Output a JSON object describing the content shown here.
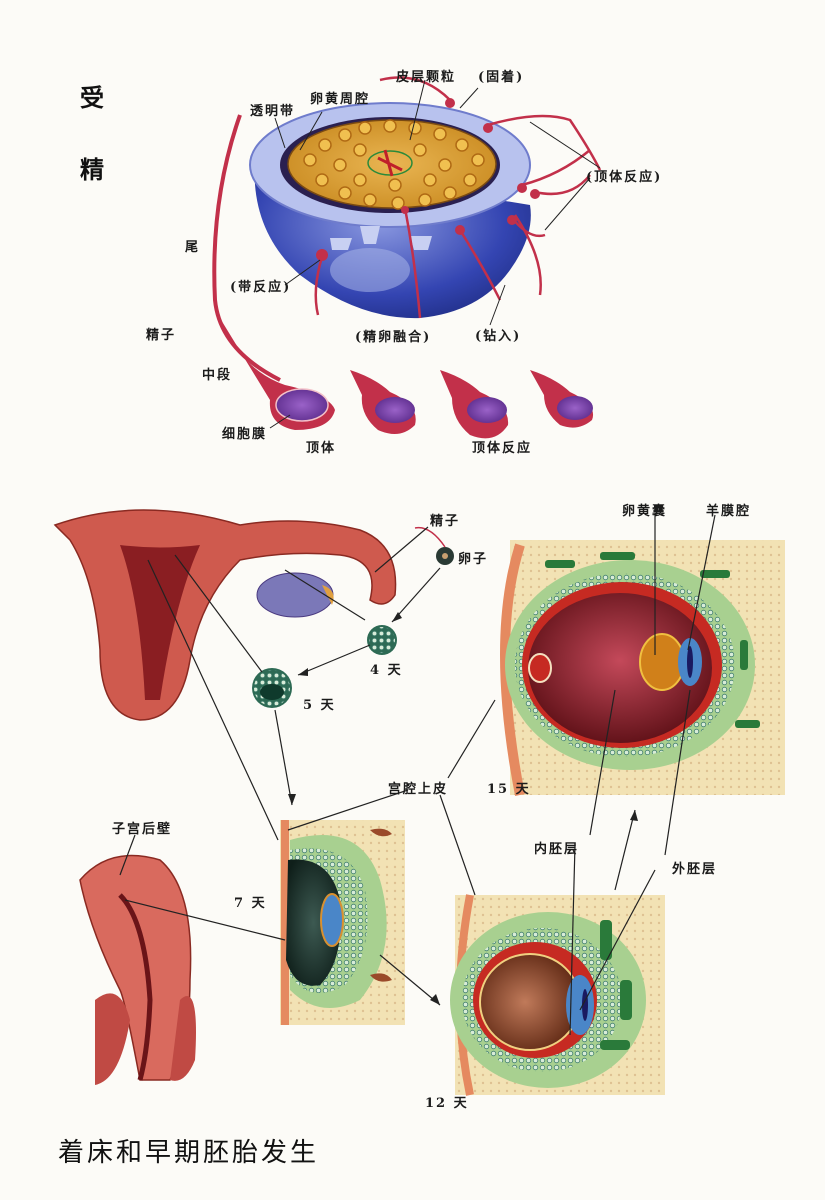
{
  "section_top": {
    "heading_char_1": "受",
    "heading_char_2": "精",
    "labels": {
      "zona_pellucida": "透明带",
      "perivitelline_space": "卵黄周腔",
      "cortical_granules": "皮层颗粒",
      "attachment": "(固着)",
      "acrosome_reaction_1": "(顶体反应)",
      "tail": "尾",
      "zona_reaction": "(带反应)",
      "sperm": "精子",
      "fusion": "(精卵融合)",
      "penetration": "(钻入)",
      "midpiece": "中段",
      "cell_membrane": "细胞膜",
      "acrosome": "顶体",
      "acrosome_reaction_2": "顶体反应"
    }
  },
  "section_bottom": {
    "labels": {
      "sperm": "精子",
      "egg": "卵子",
      "day4": "4 天",
      "day5": "5 天",
      "yolk_sac": "卵黄囊",
      "amniotic_cavity": "羊膜腔",
      "endometrium": "宫腔上皮",
      "day15": "15 天",
      "posterior_uterine_wall": "子宫后壁",
      "day7": "7 天",
      "endoderm": "内胚层",
      "ectoderm": "外胚层",
      "day12": "12 天"
    }
  },
  "caption": "着床和早期胚胎发生",
  "colors": {
    "uterus": "#c8504a",
    "zona": "#3e4fb8",
    "yolk": "#d99a2b",
    "decidua": "#f2e2b4",
    "trophoblast": "#8fc47a",
    "embryo_blue": "#4a86c8",
    "sperm": "#c2304a",
    "dark_cavity": "#1f3a33"
  }
}
